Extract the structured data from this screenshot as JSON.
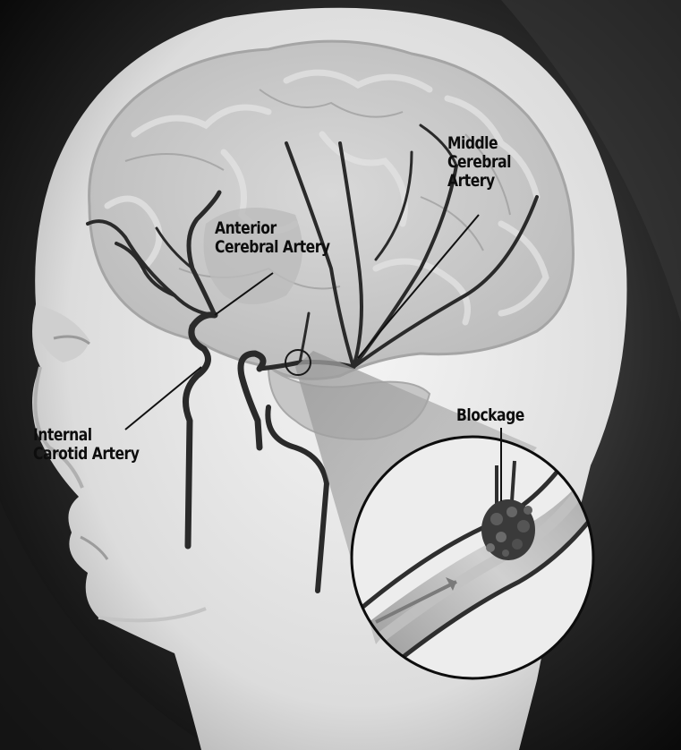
{
  "labels": {
    "anterior": {
      "line1": "Anterior",
      "line2": "Cerebral Artery"
    },
    "middle": {
      "line1": "Middle",
      "line2": "Cerebral",
      "line3": "Artery"
    },
    "internal": {
      "line1": "Internal",
      "line2": "Carotid Artery"
    },
    "blockage": {
      "line1": "Blockage"
    }
  },
  "colors": {
    "background": "#0b0b0b",
    "skin": "#e6e6e6",
    "brain": "#c9c9c9",
    "artery": "#2a2a2a",
    "inset_fill": "#efefef",
    "label_text": "#0d0d0d"
  }
}
